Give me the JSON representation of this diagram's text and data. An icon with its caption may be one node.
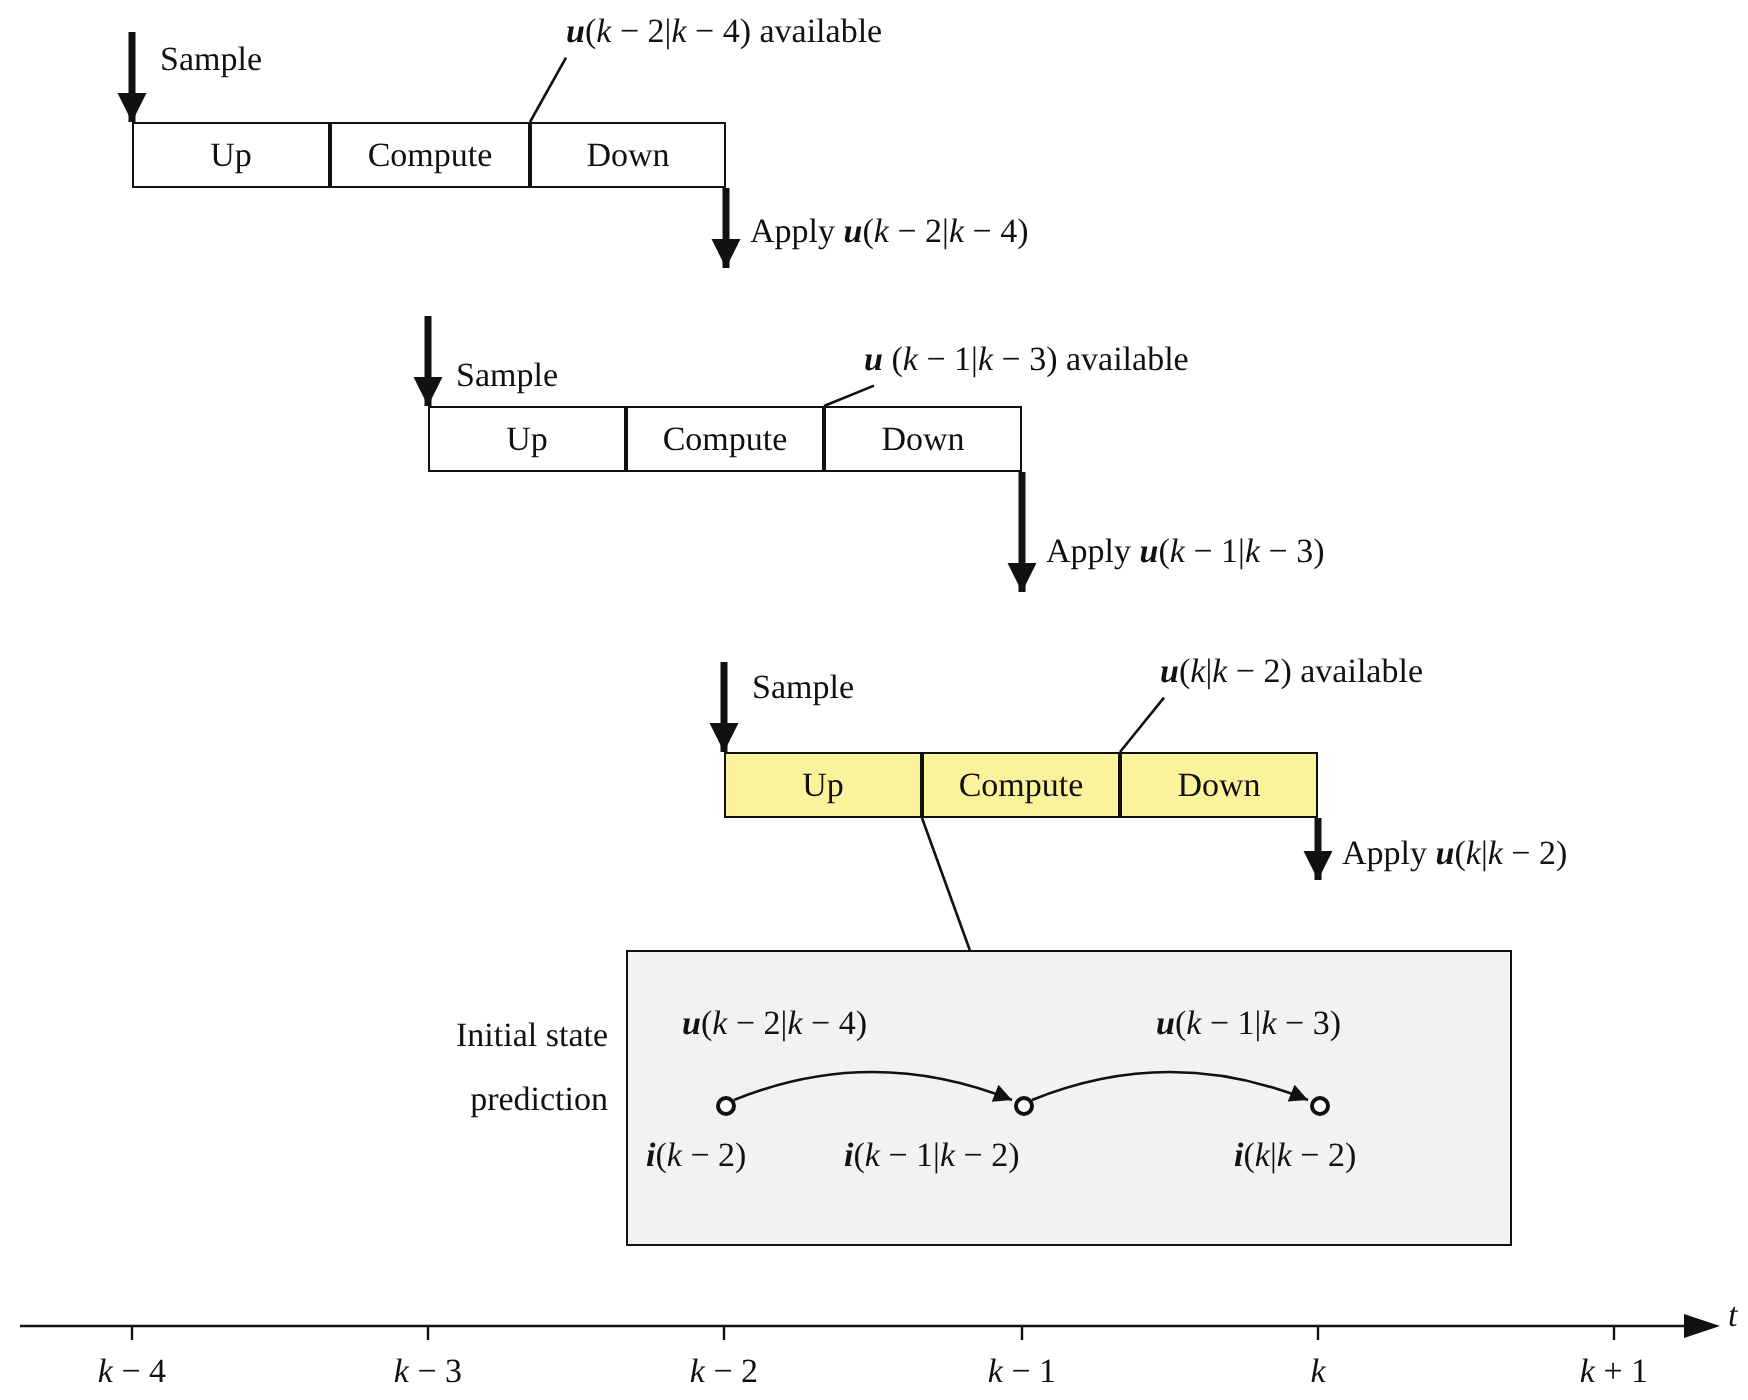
{
  "diagram": {
    "nodes": [
      {
        "text": [
          "**u**(*k* − 2|*k* − 4) available"
        ]
      },
      {
        "text": [
          "Up"
        ]
      },
      {
        "text": [
          "Compute"
        ]
      },
      {
        "text": [
          "Down"
        ]
      },
      {
        "text": [
          "**u** (*k* − 1|*k* − 3) available"
        ]
      },
      {
        "text": [
          "Up"
        ]
      },
      {
        "text": [
          "Compute"
        ]
      },
      {
        "text": [
          "Down"
        ]
      },
      {
        "text": [
          "**u**(*k*|*k* − 2) available"
        ]
      },
      {
        "text": [
          "Up"
        ]
      },
      {
        "text": [
          "Compute"
        ]
      },
      {
        "text": [
          "Down"
        ]
      },
      {
        "text": [
          "Initial state prediction"
        ]
      },
      {
        "text": [],
        "shape": "circle",
        "in": 12,
        "beside": [
          "**i**(*k* − 2)"
        ]
      },
      {
        "text": [],
        "shape": "circle",
        "in": 12,
        "beside": [
          "**i**(*k* − 1|*k* − 2)"
        ]
      },
      {
        "text": [],
        "shape": "circle",
        "in": 12,
        "beside": [
          "**i**(*k*|*k* − 2)"
        ]
      }
    ],
    "edges": [
      {
        "from": null,
        "to": 1,
        "arrow": "to",
        "label": "Sample",
        "style": "thick"
      },
      {
        "from": 3,
        "to": null,
        "arrow": "to",
        "label": "Apply **u**(*k* − 2|*k* − 4)",
        "style": "thick"
      },
      {
        "from": 0,
        "to": 3,
        "arrow": "none"
      },
      {
        "from": null,
        "to": 5,
        "arrow": "to",
        "label": "Sample",
        "style": "thick"
      },
      {
        "from": 7,
        "to": null,
        "arrow": "to",
        "label": "Apply **u**(*k* − 1|*k* − 3)",
        "style": "thick"
      },
      {
        "from": 4,
        "to": 7,
        "arrow": "none"
      },
      {
        "from": null,
        "to": 9,
        "arrow": "to",
        "label": "Sample",
        "style": "thick"
      },
      {
        "from": 11,
        "to": null,
        "arrow": "to",
        "label": "Apply **u**(*k*|*k* − 2)",
        "style": "thick"
      },
      {
        "from": 8,
        "to": 11,
        "arrow": "none"
      },
      {
        "from": 10,
        "to": 12,
        "arrow": "none"
      },
      {
        "from": 13,
        "to": 14,
        "arrow": "to",
        "label": "**u**(*k* − 2|*k* − 4)"
      },
      {
        "from": 14,
        "to": 15,
        "arrow": "to",
        "label": "**u**(*k* − 1|*k* − 3)"
      }
    ],
    "labels": [
      "*k* − 4",
      "*k* − 3",
      "*k* − 2",
      "*k* − 1",
      "*k*",
      "*k* + 1",
      "*t*"
    ]
  }
}
